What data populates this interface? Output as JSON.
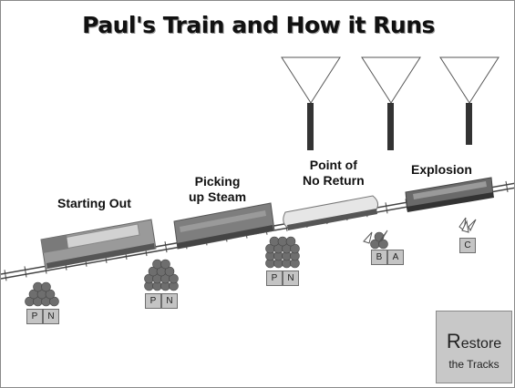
{
  "title": "Paul's Train and How it Runs",
  "stages": [
    {
      "label": "Starting Out"
    },
    {
      "label": "Picking\nup Steam"
    },
    {
      "label": "Point of\nNo Return"
    },
    {
      "label": "Explosion"
    }
  ],
  "boxes": {
    "p": "P",
    "n": "N",
    "b": "B",
    "a": "A",
    "c": "C"
  },
  "restore": {
    "first_letter": "R",
    "rest": "estore",
    "line2": "the Tracks"
  },
  "colors": {
    "ball": "#6e6e6e",
    "box": "#c4c4c4",
    "button": "#c8c8c8"
  }
}
